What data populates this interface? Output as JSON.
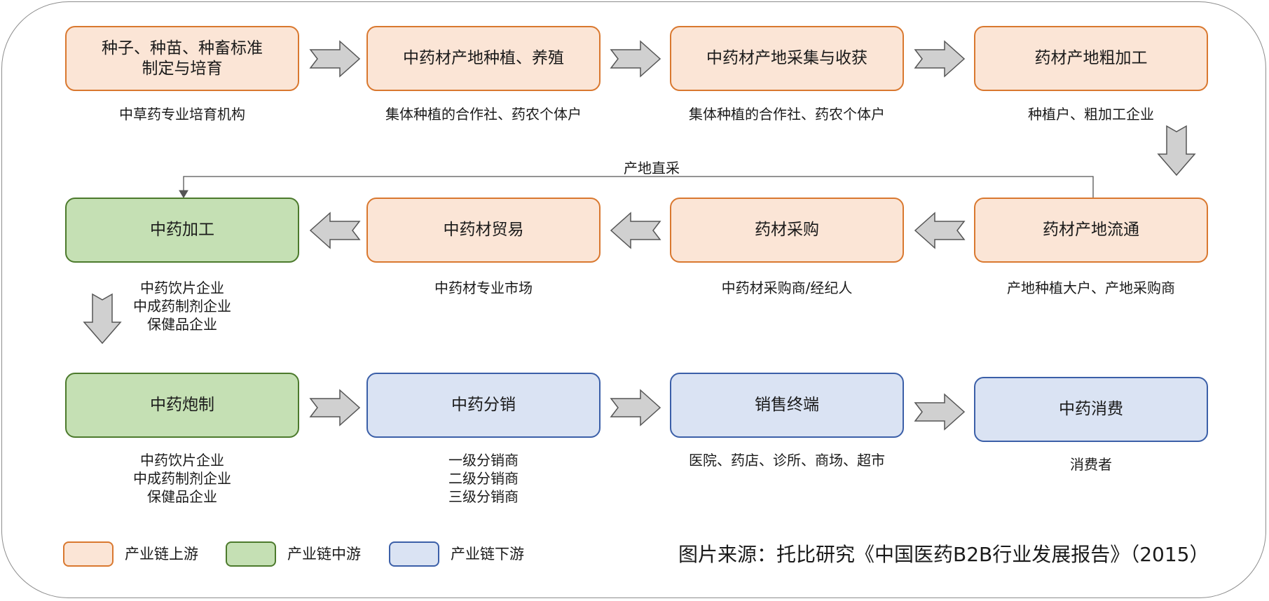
{
  "nodes": {
    "n1": {
      "label": "种子、种苗、种畜标准制定与培育",
      "caption": [
        "中草药专业培育机构"
      ]
    },
    "n2": {
      "label": "中药材产地种植、养殖",
      "caption": [
        "集体种植的合作社、药农个体户"
      ]
    },
    "n3": {
      "label": "中药材产地采集与收获",
      "caption": [
        "集体种植的合作社、药农个体户"
      ]
    },
    "n4": {
      "label": "药材产地粗加工",
      "caption": [
        "种植户、粗加工企业"
      ]
    },
    "n5": {
      "label": "药材产地流通",
      "caption": [
        "产地种植大户、产地采购商"
      ]
    },
    "n6": {
      "label": "药材采购",
      "caption": [
        "中药材采购商/经纪人"
      ]
    },
    "n7": {
      "label": "中药材贸易",
      "caption": [
        "中药材专业市场"
      ]
    },
    "n8": {
      "label": "中药加工",
      "caption": [
        "中药饮片企业",
        "中成药制剂企业",
        "保健品企业"
      ]
    },
    "n9": {
      "label": "中药炮制",
      "caption": [
        "中药饮片企业",
        "中成药制剂企业",
        "保健品企业"
      ]
    },
    "n10": {
      "label": "中药分销",
      "caption": [
        "一级分销商",
        "二级分销商",
        "三级分销商"
      ]
    },
    "n11": {
      "label": "销售终端",
      "caption": [
        "医院、药店、诊所、商场、超市"
      ]
    },
    "n12": {
      "label": "中药消费",
      "caption": [
        "消费者"
      ]
    }
  },
  "direct_link_label": "产地直采",
  "legend": {
    "upstream": {
      "label": "产业链上游",
      "color": "#fbe5d6"
    },
    "midstream": {
      "label": "产业链中游",
      "color": "#c5e0b4"
    },
    "downstream": {
      "label": "产业链下游",
      "color": "#dae3f3"
    }
  },
  "source": "图片来源：托比研究《中国医药B2B行业发展报告》（2015）",
  "colors": {
    "arrow_fill": "#d0d0d0",
    "arrow_stroke": "#555555",
    "line": "#555555"
  }
}
